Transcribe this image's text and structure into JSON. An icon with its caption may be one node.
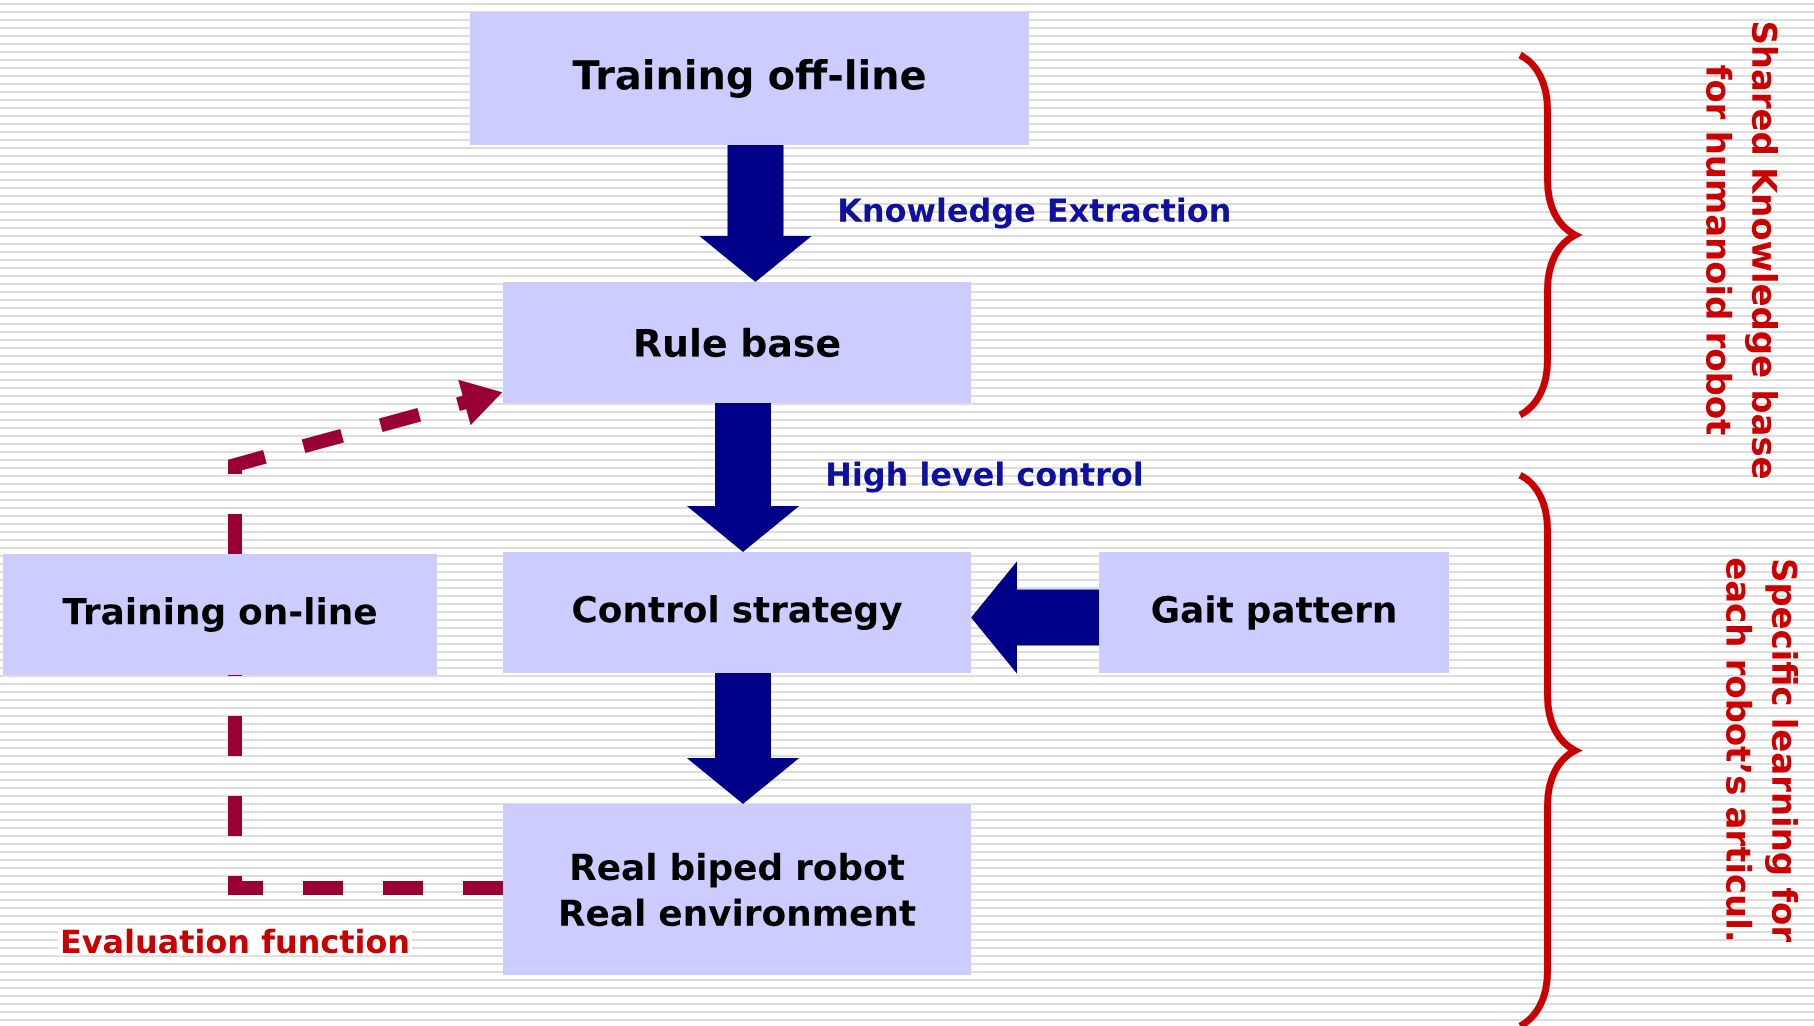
{
  "diagram": {
    "nodes": [
      {
        "text": [
          "Training off-line"
        ]
      },
      {
        "text": [
          "Rule base"
        ]
      },
      {
        "text": [
          "Training on-line"
        ]
      },
      {
        "text": [
          "Control strategy"
        ]
      },
      {
        "text": [
          "Gait pattern"
        ]
      },
      {
        "text": [
          "Real biped robot Real environment"
        ]
      }
    ],
    "edges": [
      {
        "from": 0,
        "to": 1,
        "arrow": "to",
        "label": "Knowledge Extraction"
      },
      {
        "from": 1,
        "to": 3,
        "arrow": "to",
        "label": "High level control"
      },
      {
        "from": 4,
        "to": 3,
        "arrow": "to"
      },
      {
        "from": 3,
        "to": 5,
        "arrow": "to"
      },
      {
        "from": 5,
        "to": 2,
        "arrow": "none",
        "label": "Evaluation function",
        "style": "dashed",
        "color": "#990033"
      },
      {
        "from": 2,
        "to": 1,
        "arrow": "to",
        "style": "dashed",
        "color": "#990033"
      }
    ],
    "labels": [
      "Shared Knowledge base for humanoid robot",
      "Specific learning for each robot’s articul."
    ]
  }
}
